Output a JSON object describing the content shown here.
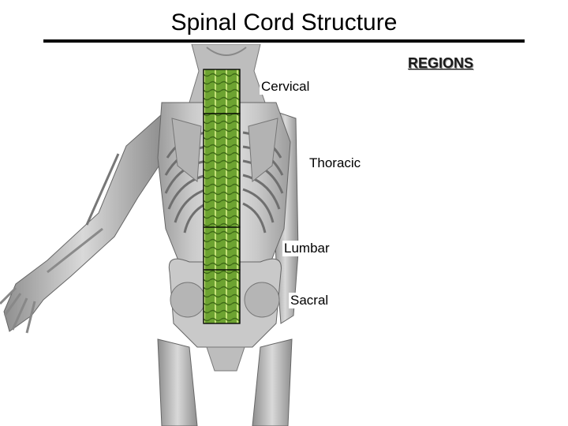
{
  "title": "Spinal Cord Structure",
  "legend_heading": "REGIONS",
  "regions": [
    {
      "name": "Cervical",
      "color": "#5f8f2a"
    },
    {
      "name": "Thoracic",
      "color": "#5f8f2a"
    },
    {
      "name": "Lumbar",
      "color": "#5f8f2a"
    },
    {
      "name": "Sacral",
      "color": "#5f8f2a"
    }
  ],
  "colors": {
    "cord": "#6da331",
    "cord_dark": "#3f6b17",
    "bone": "#d8d8d8",
    "muscle": "#a9a9a9",
    "outline": "#555555"
  }
}
